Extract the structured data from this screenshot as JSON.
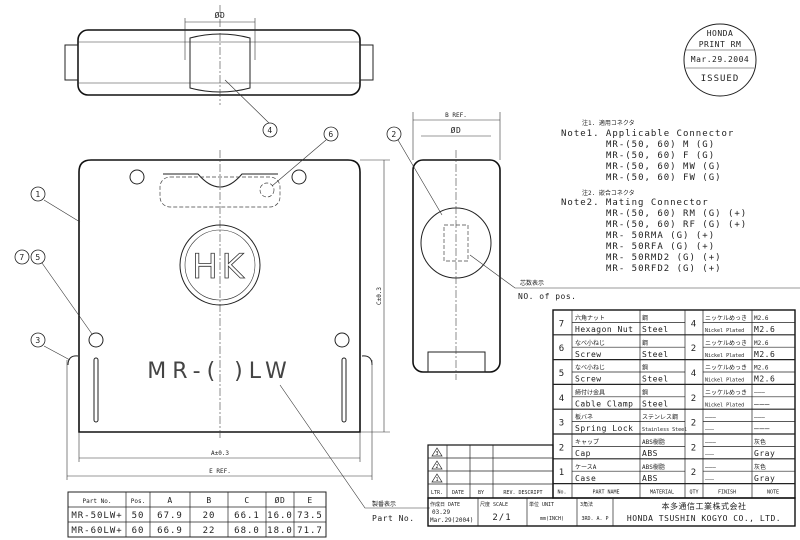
{
  "stamp": {
    "line1": "HONDA",
    "line2": "PRINT RM",
    "date": "Mar.29.2004",
    "status": "ISSUED"
  },
  "drawing": {
    "product_marking": "MR-(  )LW",
    "logo": "HK",
    "dims": {
      "od": "ØD",
      "b": "B REF.",
      "c": "C±0.3",
      "a": "A±0.3",
      "e": "E REF.",
      "od_side": "ØD"
    },
    "callouts": [
      "1",
      "2",
      "3",
      "4",
      "5",
      "6",
      "7"
    ],
    "pos_label_jp": "芯数表示",
    "pos_label": "NO. of pos.",
    "partno_label_jp": "製番表示",
    "partno_label": "Part No."
  },
  "notes": {
    "note1_jp": "注1. 適用コネクタ",
    "note1": "Note1. Applicable Connector",
    "note1_items": [
      "MR-(50, 60) M (G)",
      "MR-(50, 60) F (G)",
      "MR-(50, 60) MW (G)",
      "MR-(50, 60) FW (G)"
    ],
    "note2_jp": "注2. 嵌合コネクタ",
    "note2": "Note2. Mating Connector",
    "note2_items": [
      "MR-(50, 60) RM (G) (+)",
      "MR-(50, 60) RF (G) (+)",
      "MR-  50RMA (G) (+)",
      "MR-  50RFA (G) (+)",
      "MR-  50RMD2 (G) (+)",
      "MR-  50RFD2 (G) (+)"
    ]
  },
  "parts": [
    {
      "no": "7",
      "name_jp": "六角ナット",
      "name": "Hexagon Nut",
      "mat_jp": "鋼",
      "mat": "Steel",
      "qty": "4",
      "fin_jp": "ニッケルめっき",
      "fin": "Nickel Plated",
      "note_jp": "M2.6",
      "note": "M2.6"
    },
    {
      "no": "6",
      "name_jp": "なべ小ねじ",
      "name": "Screw",
      "mat_jp": "鋼",
      "mat": "Steel",
      "qty": "2",
      "fin_jp": "ニッケルめっき",
      "fin": "Nickel Plated",
      "note_jp": "M2.6",
      "note": "M2.6"
    },
    {
      "no": "5",
      "name_jp": "なべ小ねじ",
      "name": "Screw",
      "mat_jp": "鋼",
      "mat": "Steel",
      "qty": "4",
      "fin_jp": "ニッケルめっき",
      "fin": "Nickel Plated",
      "note_jp": "M2.6",
      "note": "M2.6"
    },
    {
      "no": "4",
      "name_jp": "締付け金具",
      "name": "Cable Clamp",
      "mat_jp": "鋼",
      "mat": "Steel",
      "qty": "2",
      "fin_jp": "ニッケルめっき",
      "fin": "Nickel Plated",
      "note_jp": "———",
      "note": "———"
    },
    {
      "no": "3",
      "name_jp": "板バネ",
      "name": "Spring Lock",
      "mat_jp": "ステンレス鋼",
      "mat": "Stainless Steel",
      "qty": "2",
      "fin_jp": "———",
      "fin": "———",
      "note_jp": "———",
      "note": "———"
    },
    {
      "no": "2",
      "name_jp": "キャップ",
      "name": "Cap",
      "mat_jp": "ABS樹脂",
      "mat": "ABS",
      "qty": "2",
      "fin_jp": "———",
      "fin": "———",
      "note_jp": "灰色",
      "note": "Gray"
    },
    {
      "no": "1",
      "name_jp": "ケースA",
      "name": "Case",
      "mat_jp": "ABS樹脂",
      "mat": "ABS",
      "qty": "2",
      "fin_jp": "———",
      "fin": "———",
      "note_jp": "灰色",
      "note": "Gray"
    }
  ],
  "parts_header": {
    "no": "No.",
    "name": "PART NAME",
    "material": "MATERIAL",
    "qty": "QTY",
    "finish": "FINISH",
    "note": "NOTE"
  },
  "revisions": {
    "rows": [
      "3",
      "2",
      "1"
    ],
    "header": {
      "ltr": "LTR.",
      "date": "DATE",
      "by": "BY",
      "desc": "REV. DESCRIPT"
    }
  },
  "title_block": {
    "date_label": "作成日 DATE",
    "date_jp": "03.29",
    "date": "Mar.29(2004)",
    "scale_label": "尺度 SCALE",
    "scale": "2/1",
    "unit_label": "単位 UNIT",
    "unit": "mm(INCH)",
    "proj_label": "3角法",
    "proj": "3RD. A. P",
    "company_jp": "本多通信工業株式会社",
    "company": "HONDA TSUSHIN KOGYO CO., LTD."
  },
  "dim_table": {
    "headers": [
      "Part No.",
      "Pos.",
      "A",
      "B",
      "C",
      "ØD",
      "E"
    ],
    "rows": [
      [
        "MR-50LW+",
        "50",
        "67.9",
        "20",
        "66.1",
        "16.0",
        "73.5"
      ],
      [
        "MR-60LW+",
        "60",
        "66.9",
        "22",
        "68.0",
        "18.0",
        "71.7"
      ]
    ]
  }
}
